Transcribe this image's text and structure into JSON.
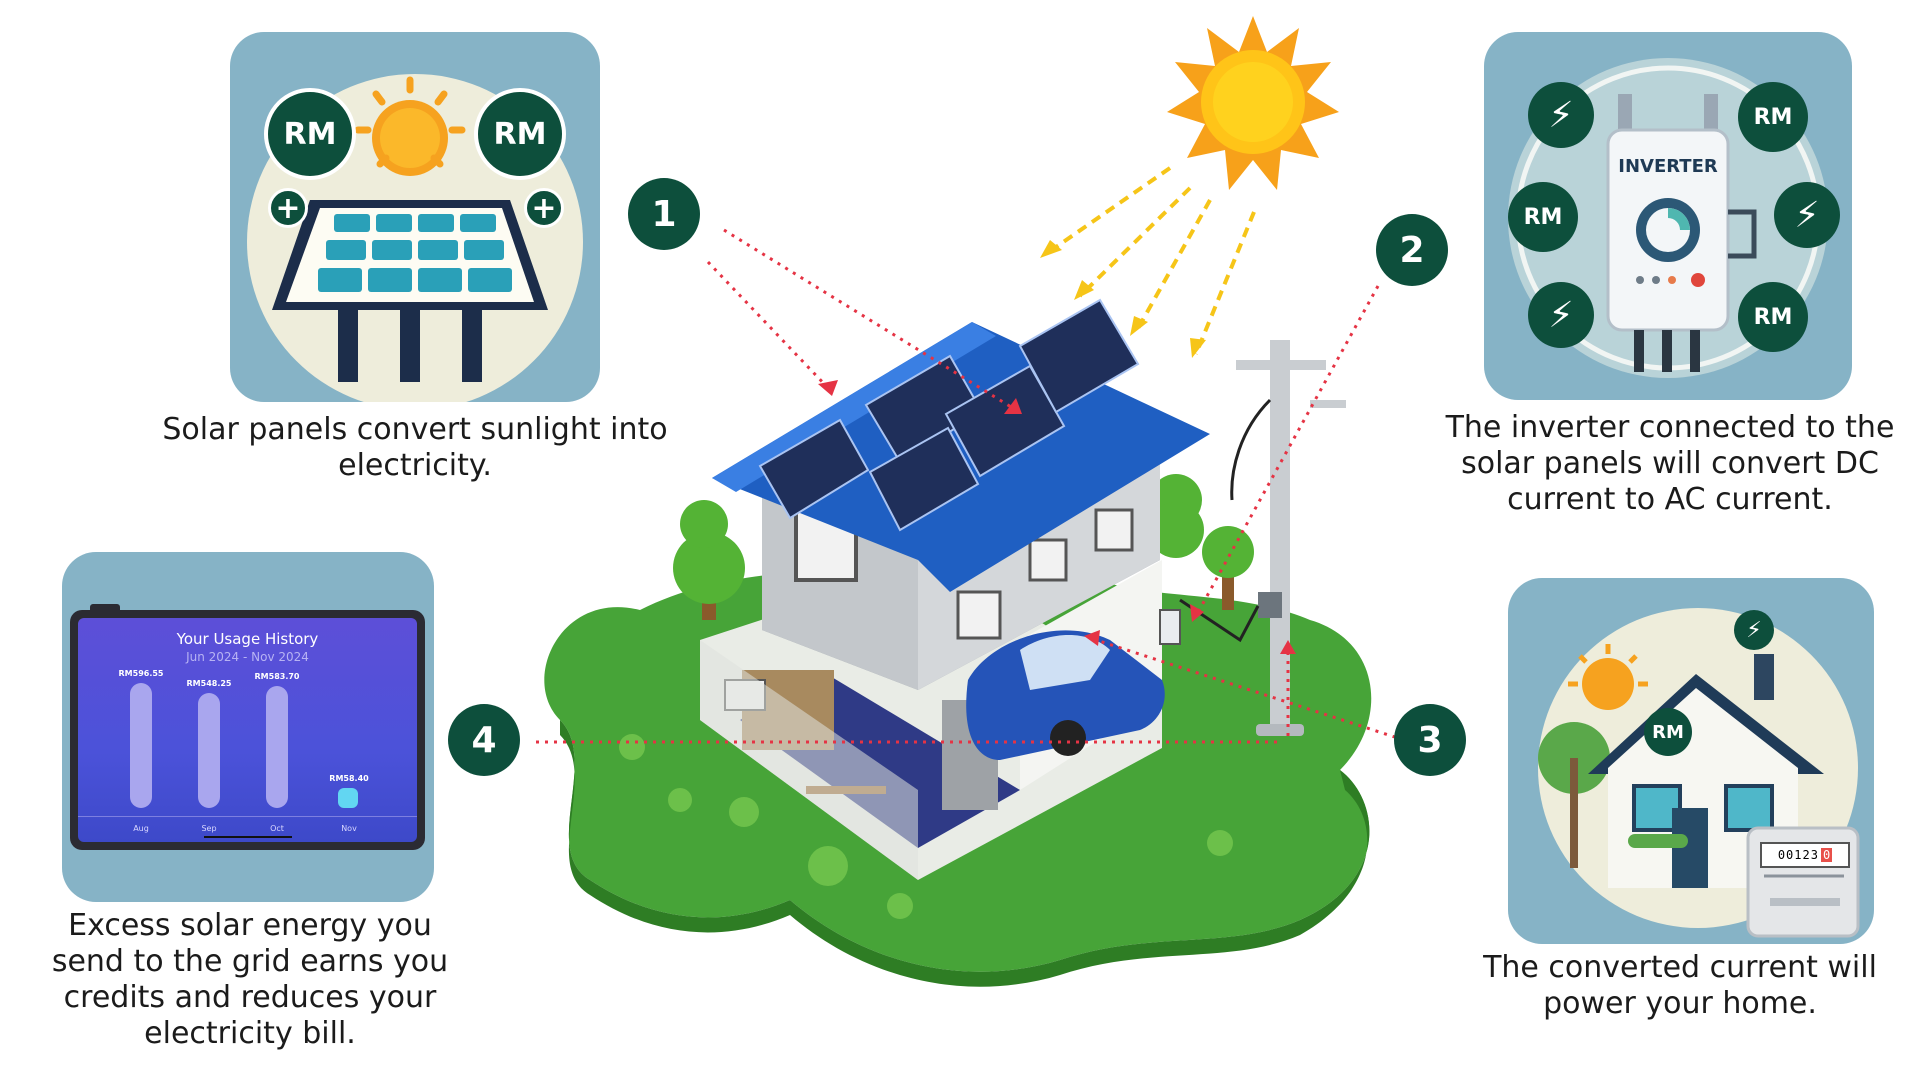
{
  "steps": [
    "1",
    "2",
    "3",
    "4"
  ],
  "captions": {
    "panels": [
      "Solar panels convert sunlight into",
      "electricity."
    ],
    "inverter": [
      "The inverter connected to the",
      "solar panels will convert DC",
      "current to AC current."
    ],
    "home": [
      "The converted current will",
      "power your home."
    ],
    "grid": [
      "Excess solar energy you",
      "send to the grid earns you",
      "credits and reduces your",
      "electricity bill."
    ]
  },
  "badges": {
    "rm": "RM",
    "plus": "+"
  },
  "inverter_label": "INVERTER",
  "meter_digits": "00123",
  "meter_last": "0",
  "icons": [
    "sun-icon",
    "solar-panel-icon",
    "lightning-icon",
    "inverter-icon",
    "house-icon",
    "meter-icon",
    "tablet-icon"
  ],
  "colors": {
    "card": "#86b3c6",
    "badge": "#0d4f3c",
    "arrow_red": "#e53344",
    "arrow_yellow": "#f6c518",
    "sun": "#fbbf16",
    "roof": "#1f5fc2",
    "grass": "#47a438"
  },
  "chart_data": {
    "type": "bar",
    "title": "Your Usage History",
    "subtitle": "Jun 2024 - Nov 2024",
    "categories": [
      "Aug",
      "Sep",
      "Oct",
      "Nov"
    ],
    "values": [
      596.55,
      548.25,
      583.7,
      58.4
    ],
    "data_labels": [
      "RM596.55",
      "RM548.25",
      "RM583.70",
      "RM58.40"
    ],
    "xlabel": "",
    "ylabel": "",
    "ylim": [
      0,
      620
    ]
  }
}
